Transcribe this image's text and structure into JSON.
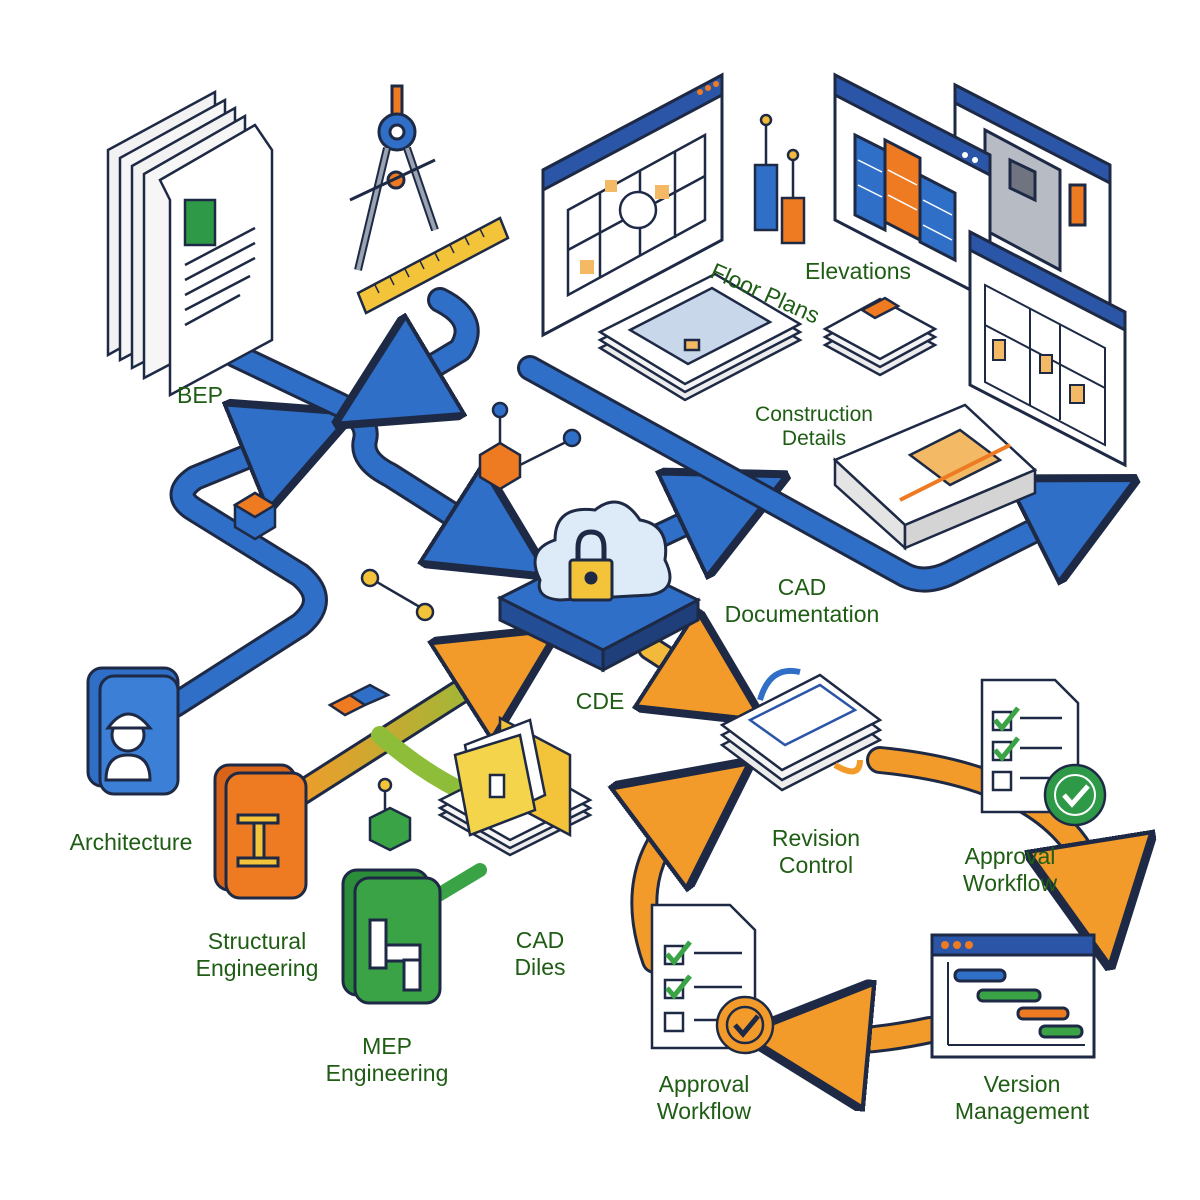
{
  "labels": {
    "bep": "BEP",
    "floor_plans": "Floor Plans",
    "elevations": "Elevations",
    "construction_details": [
      "Construction",
      "Details"
    ],
    "cad_documentation": [
      "CAD",
      "Documentation"
    ],
    "cde": "CDE",
    "architecture": "Architecture",
    "structural_engineering": [
      "Structural",
      "Engineering"
    ],
    "mep_engineering": [
      "MEP",
      "Engineering"
    ],
    "cad_files": [
      "CAD",
      "Diles"
    ],
    "revision_control": [
      "Revision",
      "Control"
    ],
    "approval_workflow_top": [
      "Approval",
      "Workflow"
    ],
    "approval_workflow_bottom": [
      "Approval",
      "Workflow"
    ],
    "version_management": [
      "Version",
      "Management"
    ]
  },
  "colors": {
    "label_text": "#1f5d14",
    "outline": "#1e2a45",
    "blue_flow": "#2f6fc8",
    "orange_flow": "#f39b2a",
    "orange_block": "#ee7a22",
    "green_block": "#3aa346",
    "window_frame": "#2b56a8",
    "gold": "#f3c33a"
  },
  "icons": [
    "document-stack-icon",
    "compass-icon",
    "ruler-icon",
    "architect-helmet-icon",
    "steel-beam-icon",
    "pipe-icon",
    "cloud-lock-icon",
    "folder-icon",
    "checklist-icon",
    "approval-badge-icon",
    "gantt-chart-icon",
    "blueprint-icon",
    "elevation-icon",
    "section-icon",
    "detail-block-icon",
    "cube-icon"
  ]
}
